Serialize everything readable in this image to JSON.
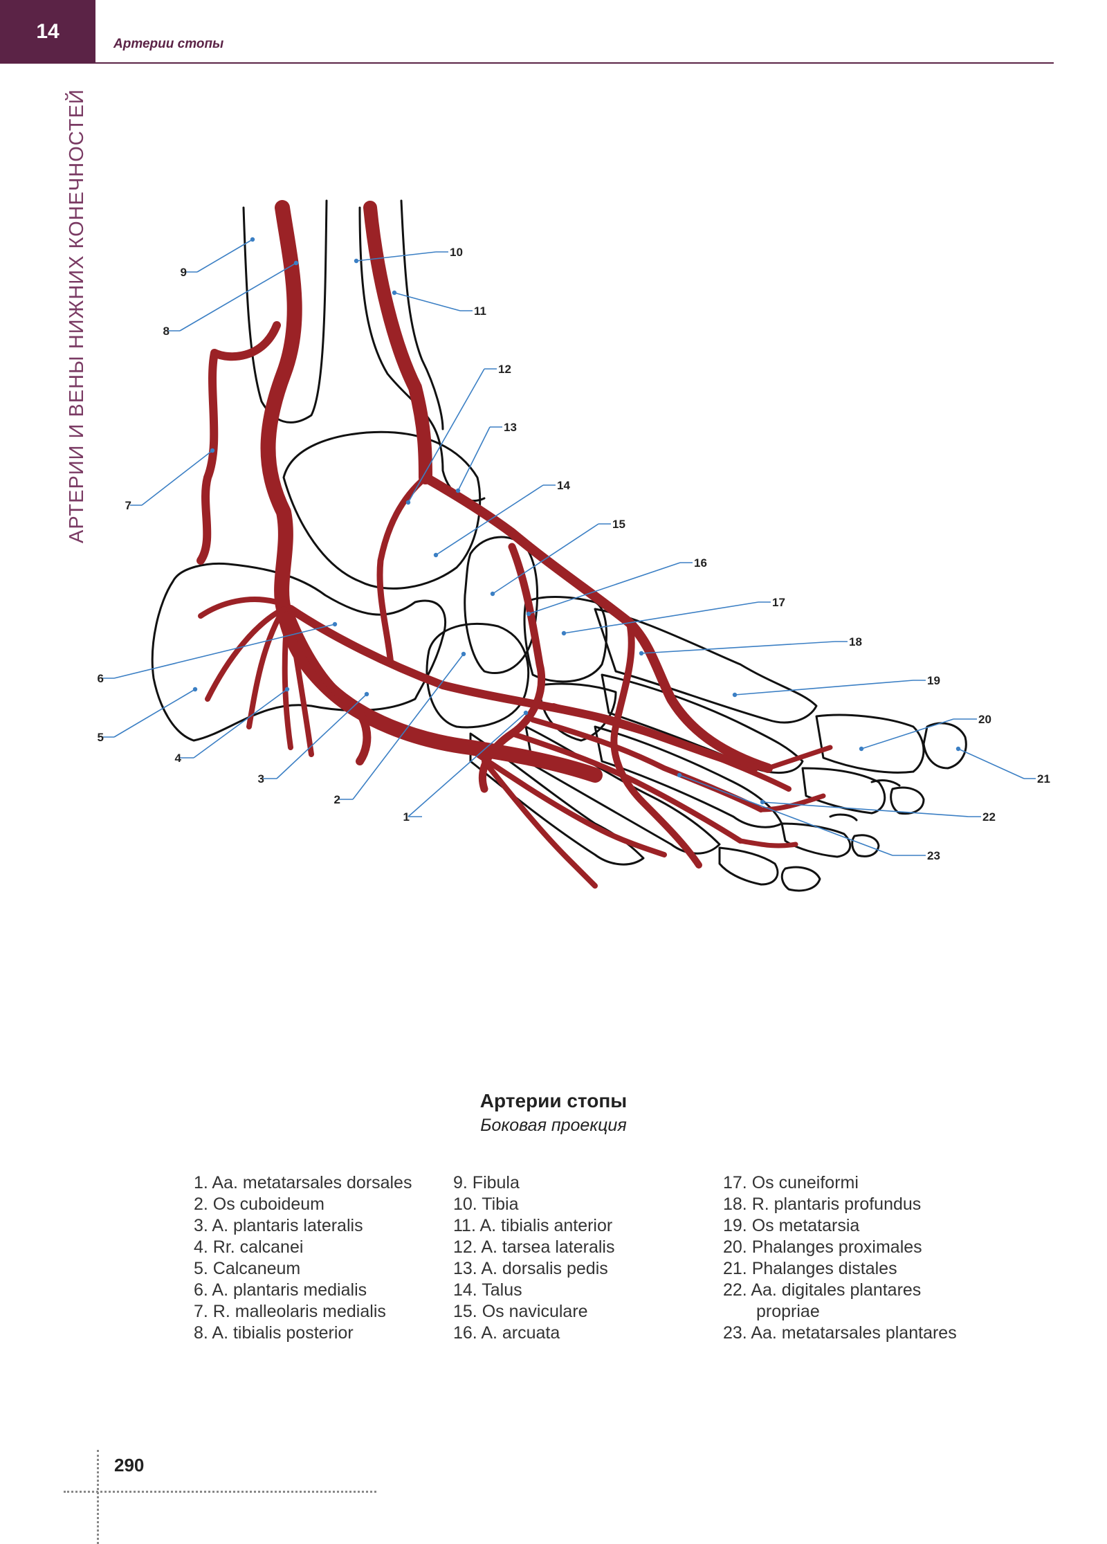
{
  "header": {
    "chapter_number": "14",
    "running_title": "Артерии стопы",
    "side_title": "АРТЕРИИ И ВЕНЫ НИЖНИХ КОНЕЧНОСТЕЙ"
  },
  "figure": {
    "callout_numbers": [
      "1",
      "2",
      "3",
      "4",
      "5",
      "6",
      "7",
      "8",
      "9",
      "10",
      "11",
      "12",
      "13",
      "14",
      "15",
      "16",
      "17",
      "18",
      "19",
      "20",
      "21",
      "22",
      "23"
    ],
    "colors": {
      "artery": "#9b2226",
      "bone_outline": "#111111",
      "leader": "#3b7fc4",
      "accent": "#5b2346"
    }
  },
  "caption": {
    "title": "Артерии стопы",
    "subtitle": "Боковая проекция"
  },
  "legend": {
    "col1": [
      "1. Aa. metatarsales dorsales",
      "2. Os cuboideum",
      "3. A. plantaris lateralis",
      "4. Rr. calcanei",
      "5. Calcaneum",
      "6. A. plantaris medialis",
      "7. R. malleolaris medialis",
      "8. A. tibialis posterior"
    ],
    "col2": [
      "9. Fibula",
      "10. Tibia",
      "11. A. tibialis anterior",
      "12. A. tarsea lateralis",
      "13. A. dorsalis pedis",
      "14. Talus",
      "15. Os naviculare",
      "16. A. arcuata"
    ],
    "col3": [
      "17. Os cuneiformi",
      "18. R. plantaris profundus",
      "19. Os metatarsia",
      "20. Phalanges proximales",
      "21. Phalanges distales",
      "22. Aa. digitales plantares",
      "propriae",
      "23. Aa. metatarsales plantares"
    ]
  },
  "footer": {
    "page_number": "290"
  }
}
